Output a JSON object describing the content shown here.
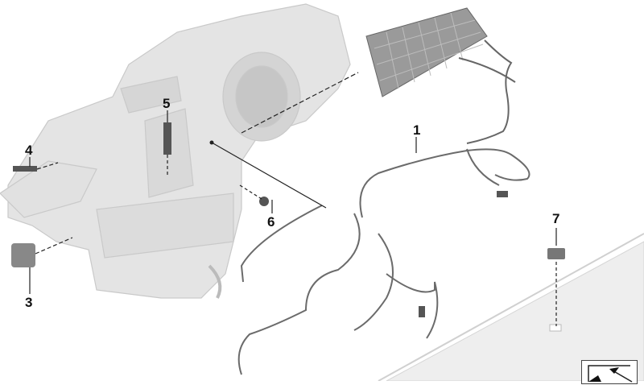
{
  "diagram": {
    "type": "exploded-parts-diagram",
    "colors": {
      "housing": "#e3e3e3",
      "housing_stroke": "#c8c8c8",
      "filter": "#8a8a8a",
      "wire": "#6b6b6b",
      "callout": "#111111",
      "panel": "#eeeeee"
    },
    "callouts": [
      {
        "id": "1",
        "label": "1",
        "part": "wiring-harness"
      },
      {
        "id": "3",
        "label": "3",
        "part": "actuator"
      },
      {
        "id": "4",
        "label": "4",
        "part": "temperature-sensor"
      },
      {
        "id": "5",
        "label": "5",
        "part": "sensor"
      },
      {
        "id": "6",
        "label": "6",
        "part": "sensor"
      },
      {
        "id": "7",
        "label": "7",
        "part": "cover-cap"
      }
    ],
    "nav_icon": "navigation-arrow-icon"
  }
}
